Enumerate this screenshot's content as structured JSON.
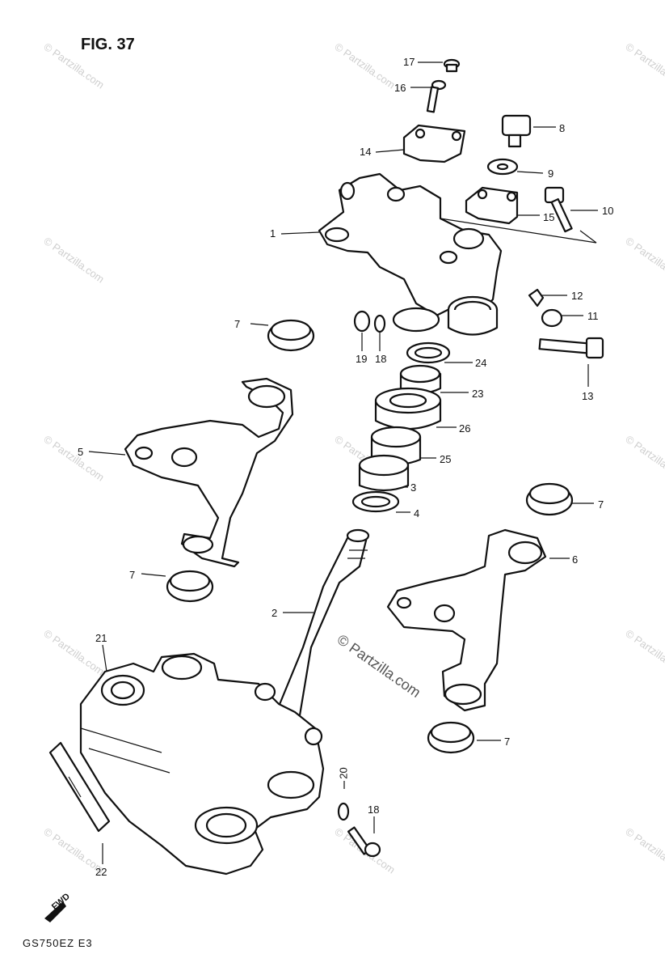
{
  "figure": {
    "title": "FIG. 37",
    "model_code": "GS750EZ E3",
    "front_marker": "FWD"
  },
  "watermark": {
    "center": "© Partzilla.com",
    "repeat": "© Partzilla.com"
  },
  "part_labels": [
    {
      "id": "1",
      "text": "1"
    },
    {
      "id": "2",
      "text": "2"
    },
    {
      "id": "3",
      "text": "3"
    },
    {
      "id": "4",
      "text": "4"
    },
    {
      "id": "5",
      "text": "5"
    },
    {
      "id": "6",
      "text": "6"
    },
    {
      "id": "7a",
      "text": "7"
    },
    {
      "id": "7b",
      "text": "7"
    },
    {
      "id": "7c",
      "text": "7"
    },
    {
      "id": "7d",
      "text": "7"
    },
    {
      "id": "8",
      "text": "8"
    },
    {
      "id": "9",
      "text": "9"
    },
    {
      "id": "10",
      "text": "10"
    },
    {
      "id": "11",
      "text": "11"
    },
    {
      "id": "12",
      "text": "12"
    },
    {
      "id": "13",
      "text": "13"
    },
    {
      "id": "14",
      "text": "14"
    },
    {
      "id": "15",
      "text": "15"
    },
    {
      "id": "16",
      "text": "16"
    },
    {
      "id": "17",
      "text": "17"
    },
    {
      "id": "18a",
      "text": "18"
    },
    {
      "id": "18b",
      "text": "18"
    },
    {
      "id": "19",
      "text": "19"
    },
    {
      "id": "20",
      "text": "20"
    },
    {
      "id": "21",
      "text": "21"
    },
    {
      "id": "22",
      "text": "22"
    },
    {
      "id": "23",
      "text": "23"
    },
    {
      "id": "24",
      "text": "24"
    },
    {
      "id": "25",
      "text": "25"
    },
    {
      "id": "26",
      "text": "26"
    }
  ]
}
